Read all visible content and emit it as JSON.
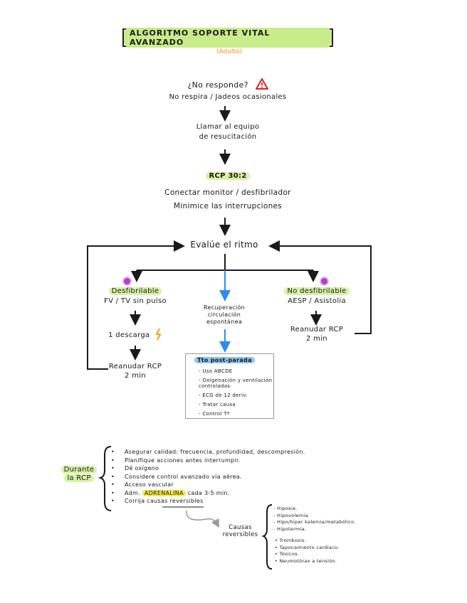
{
  "header": {
    "title": "ALGORITMO SOPORTE VITAL AVANZADO",
    "subtitle": "(Adulto)"
  },
  "icons": {
    "warning": "warning-triangle-icon",
    "shock": "lightning-bolt-icon",
    "shockable_marker": "purple-dot-icon",
    "non_shockable_marker": "purple-dot-icon"
  },
  "colors": {
    "title_highlight": "#c9ec8a",
    "subtitle": "#f0902a",
    "green_highlight": "#d8f2a6",
    "yellow_highlight": "#f5ea4a",
    "blue_highlight": "#8fc4f0",
    "blue_arrow": "#2a8df0",
    "warning": "#e02020",
    "bolt": "#f5a623",
    "marker": "#b23fcf"
  },
  "flow": {
    "step1_line1": "¿No responde?",
    "step1_line2": "No respira / Jadeos ocasionales",
    "step2_line1": "Llamar al equipo",
    "step2_line2": "de resucitación",
    "step3_title": "RCP 30:2",
    "step3_line1": "Conectar monitor / desfibrilador",
    "step3_line2": "Minimice las interrupciones",
    "evaluate": "Evalúe el ritmo"
  },
  "shockable": {
    "title": "Desfibrilable",
    "rhythm": "FV / TV sin pulso",
    "action": "1 descarga",
    "resume_line1": "Reanudar RCP",
    "resume_line2": "2 min"
  },
  "rosc": {
    "line1": "Recuperación",
    "line2": "circulación",
    "line3": "espontánea"
  },
  "non_shockable": {
    "title": "No desfibrilable",
    "rhythm": "AESP / Asistolia",
    "resume_line1": "Reanudar RCP",
    "resume_line2": "2 min"
  },
  "post_arrest": {
    "title": "Tto post-parada",
    "items": [
      "Uso ABCDE",
      "Oxigenación y ventilación controladas",
      "ECG de 12 deriv.",
      "Tratar causa",
      "Control Tª"
    ]
  },
  "during_cpr": {
    "label_line1": "Durante",
    "label_line2": "la RCP",
    "items": [
      "Asegurar calidad: frecuencia, profundidad, descompresión.",
      "Planifique acciones antes interrumpir.",
      "Dé oxígeno",
      "Considere control avanzado vía aérea.",
      "Acceso vascular",
      "Adm.",
      "Corrija"
    ],
    "adrenaline": "ADRENALINA",
    "adrenaline_suffix": "cada 3-5 min.",
    "reversible_link": "causas reversibles"
  },
  "reversible_causes": {
    "label_line1": "Causas",
    "label_line2": "reversibles",
    "h_items": [
      "- Hipoxia.",
      "- Hipovolemia.",
      "- Hipo/hiper kalemia/metabólico.",
      "- Hipotermia."
    ],
    "t_items": [
      "• Trombosis.",
      "• Taponamiento cardíaco.",
      "• Tóxicos.",
      "• Neumotórax a tensión."
    ]
  }
}
